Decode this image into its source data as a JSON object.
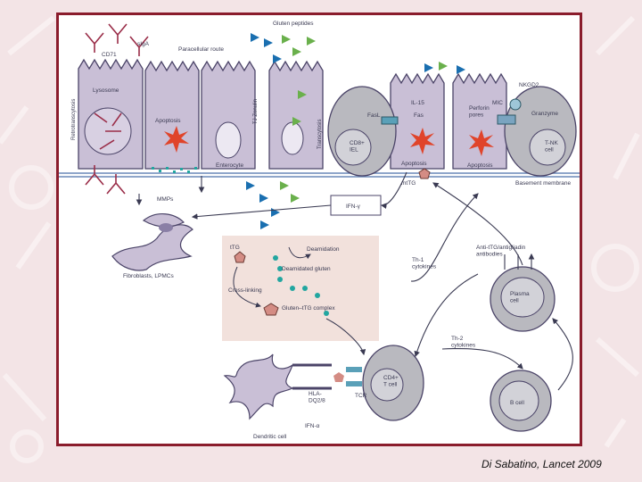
{
  "colors": {
    "frame_border": "#8a1c2c",
    "cell_fill": "#c9bfd6",
    "cell_stroke": "#4b4468",
    "tcell_fill": "#b9b9bf",
    "peptide_blue": "#1a6fb0",
    "peptide_green": "#6ab04c",
    "apoptosis_red": "#e0442a",
    "sigA_color": "#9a2d48",
    "inset_fill": "#f2e1dc"
  },
  "labels": {
    "gluten_peptides": "Gluten peptides",
    "sIgA": "sIgA",
    "cd71": "CD71",
    "paracellular_route": "Paracellular route",
    "lysosome": "Lysosome",
    "retrotranscytosis": "Retrotranscytosis",
    "apoptosis_1": "Apoptosis",
    "tj_zonulin": "TJ Zonulin",
    "transcytosis": "Transcytosis",
    "enterocyte": "Enterocyte",
    "fasl": "FasL",
    "cd8_iel": "CD8+\nIEL",
    "il15": "IL-15",
    "fas": "Fas",
    "perforin_pores": "Perforin\npores",
    "mic": "MIC",
    "nkgd2": "NKGD2",
    "granzyme": "Granzyme",
    "t_nk_cell": "T-NK\ncell",
    "apoptosis_2": "Apoptosis",
    "apoptosis_3": "Apoptosis",
    "basement_membrane": "Basement membrane",
    "mttg": "mtTG",
    "mmps": "MMPs",
    "ifn_gamma": "IFN-γ",
    "fibroblasts": "Fibroblasts, LPMCs",
    "ttg": "tTG",
    "deamidation": "Deamidation",
    "deamidated_gluten": "Deamidated gluten",
    "cross_linking": "Cross-linking",
    "gluten_ttg_complex": "Gluten–tTG complex",
    "th1_cytokines": "Th-1\ncytokines",
    "anti_ttg_antibodies": "Anti-tTG/antigliadin\nantibodies",
    "plasma_cell": "Plasma\ncell",
    "th2_cytokines": "Th-2\ncytokines",
    "b_cell": "B cell",
    "hla_dq": "HLA-\nDQ2/8",
    "tcr": "TCR",
    "cd4_t_cell": "CD4+\nT cell",
    "ifn_alpha": "IFN-α",
    "dendritic_cell": "Dendritic cell"
  },
  "credit": "Di Sabatino, Lancet 2009"
}
